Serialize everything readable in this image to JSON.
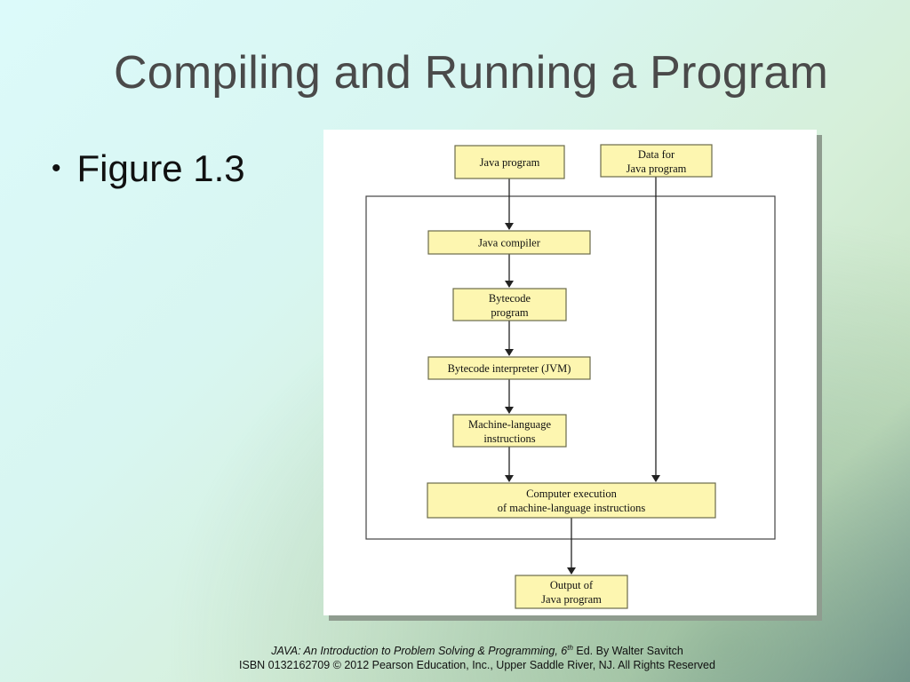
{
  "slide": {
    "title": "Compiling and Running a Program",
    "bullets": [
      "Figure 1.3"
    ]
  },
  "diagram": {
    "boxes": {
      "java_program": [
        "Java program"
      ],
      "data_for_java_program": [
        "Data for",
        "Java program"
      ],
      "java_compiler": [
        "Java compiler"
      ],
      "bytecode_program": [
        "Bytecode",
        "program"
      ],
      "bytecode_interpreter": [
        "Bytecode interpreter (JVM)"
      ],
      "machine_language_instructions": [
        "Machine-language",
        "instructions"
      ],
      "computer_execution": [
        "Computer execution",
        "of machine-language instructions"
      ],
      "output": [
        "Output of",
        "Java program"
      ]
    },
    "colors": {
      "box_fill": "#fdf6b0",
      "box_stroke": "#6b6b4b",
      "line": "#222222"
    }
  },
  "footer": {
    "book_title": "JAVA: An Introduction to Problem Solving & Programming, 6",
    "edition_sup": "th",
    "edition_rest": " Ed. By Walter Savitch",
    "isbn_line": "ISBN 0132162709 © 2012 Pearson Education, Inc., Upper Saddle River, NJ. All Rights Reserved"
  }
}
